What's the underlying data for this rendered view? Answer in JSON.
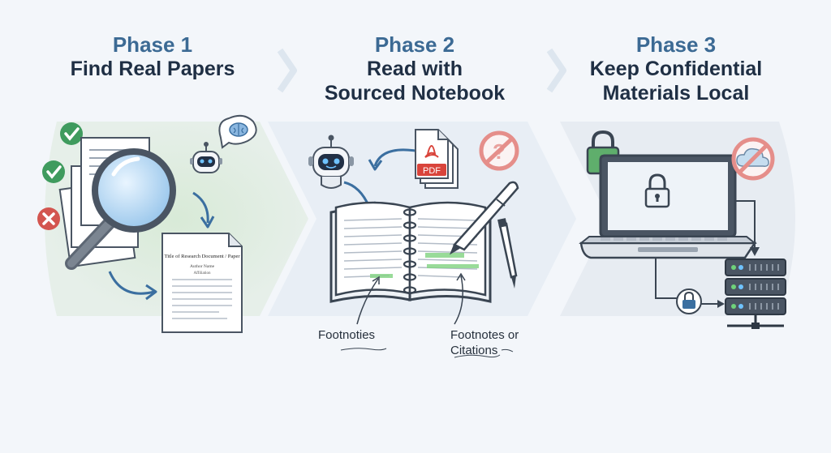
{
  "phases": [
    {
      "label": "Phase 1",
      "title_lines": [
        "Find Real Papers"
      ]
    },
    {
      "label": "Phase 2",
      "title_lines": [
        "Read with",
        "Sourced Notebook"
      ]
    },
    {
      "label": "Phase 3",
      "title_lines": [
        "Keep Confidential",
        "Materials Local"
      ]
    }
  ],
  "phase1": {
    "paper_title": "Title of Research Document / Paper",
    "paper_author": "Author Name",
    "paper_author2": "Affiliation"
  },
  "phase2": {
    "pdf_label": "PDF",
    "caption_left": "Footnoties",
    "caption_right_lines": [
      "Footnotes or",
      "Citations"
    ]
  },
  "colors": {
    "phase_label": "#3c6a94",
    "title": "#1f2f44",
    "check": "#3f9b5e",
    "cross": "#d3554f",
    "pdf_red": "#d9443b",
    "lock_green": "#5fae6c",
    "accent_blue": "#3b6fa0"
  },
  "icons": [
    "check-icon",
    "cross-icon",
    "magnifier-icon",
    "robot-icon",
    "brain-icon",
    "pdf-icon",
    "no-question-icon",
    "notebook-icon",
    "pen-icon",
    "lock-icon",
    "laptop-icon",
    "no-cloud-icon",
    "server-icon",
    "chevron-right-icon"
  ]
}
